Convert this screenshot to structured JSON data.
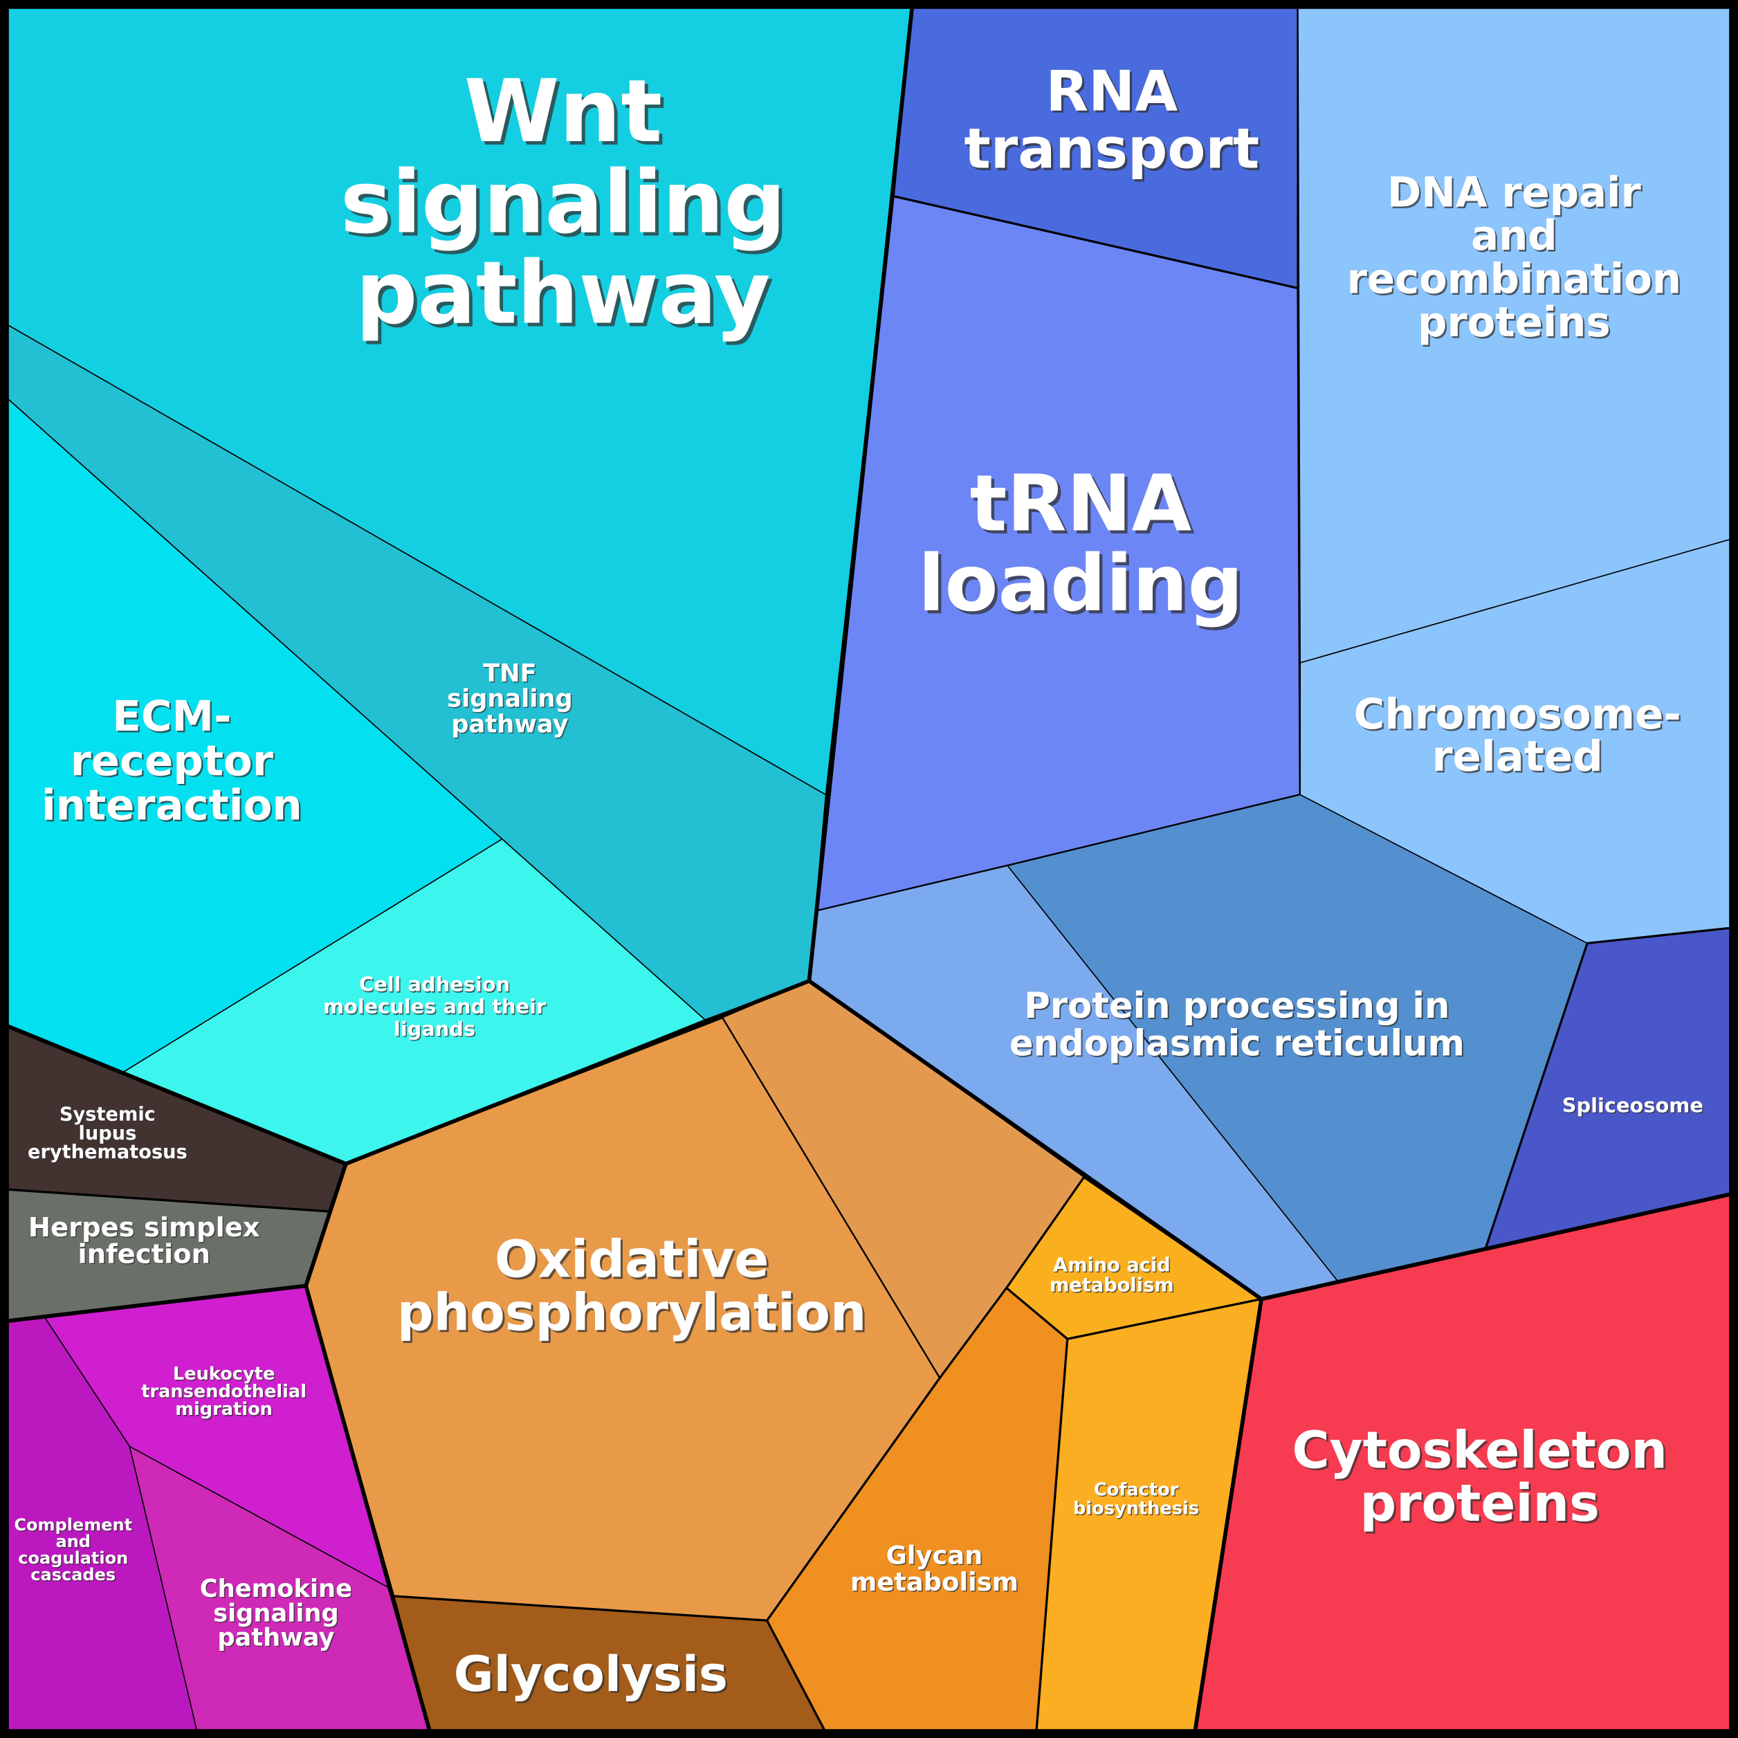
{
  "diagram": {
    "type": "voronoi-treemap",
    "groups": [
      {
        "name": "signaling-cyan",
        "cells": [
          {
            "id": "wnt",
            "label": [
              "Wnt",
              "signaling",
              "pathway"
            ],
            "color": "#14cfe2",
            "size": "xl"
          },
          {
            "id": "tnf",
            "label": [
              "TNF",
              "signaling",
              "pathway"
            ],
            "color": "#23bfd2",
            "size": "s"
          },
          {
            "id": "ecm",
            "label": [
              "ECM-",
              "receptor",
              "interaction"
            ],
            "color": "#03e0f0",
            "size": "l"
          },
          {
            "id": "cam",
            "label": [
              "Cell adhesion",
              "molecules and their",
              "ligands"
            ],
            "color": "#3cf5ed",
            "size": "s"
          }
        ]
      },
      {
        "name": "disease-gray",
        "cells": [
          {
            "id": "sle",
            "label": [
              "Systemic",
              "lupus",
              "erythematosus"
            ],
            "color": "#423230",
            "size": "s"
          },
          {
            "id": "hsv",
            "label": [
              "Herpes simplex",
              "infection"
            ],
            "color": "#6a7068",
            "size": "m"
          }
        ]
      },
      {
        "name": "immune-magenta",
        "cells": [
          {
            "id": "leuk",
            "label": [
              "Leukocyte",
              "transendothelial",
              "migration"
            ],
            "color": "#cf1fcf",
            "size": "s"
          },
          {
            "id": "compl",
            "label": [
              "Complement",
              "and",
              "coagulation",
              "cascades"
            ],
            "color": "#bc18bf",
            "size": "xs"
          },
          {
            "id": "chemo",
            "label": [
              "Chemokine",
              "signaling",
              "pathway"
            ],
            "color": "#cf29b8",
            "size": "m"
          }
        ]
      },
      {
        "name": "metabolism-orange",
        "cells": [
          {
            "id": "oxphos",
            "label": [
              "Oxidative",
              "phosphorylation"
            ],
            "color": "#e89a49",
            "size": "l"
          },
          {
            "id": "oxphos2",
            "label": [],
            "color": "#e39a4f",
            "size": "none"
          },
          {
            "id": "glycolysis",
            "label": [
              "Glycolysis"
            ],
            "color": "#a45c1a",
            "size": "l"
          },
          {
            "id": "amino",
            "label": [
              "Amino acid",
              "metabolism"
            ],
            "color": "#fab01e",
            "size": "s"
          },
          {
            "id": "glycan",
            "label": [
              "Glycan",
              "metabolism"
            ],
            "color": "#ef9021",
            "size": "m"
          },
          {
            "id": "cofactor",
            "label": [
              "Cofactor",
              "biosynthesis"
            ],
            "color": "#fcae22",
            "size": "s"
          }
        ]
      },
      {
        "name": "proteins-red",
        "cells": [
          {
            "id": "cyto",
            "label": [
              "Cytoskeleton",
              "proteins"
            ],
            "color": "#f73b50",
            "size": "l"
          }
        ]
      },
      {
        "name": "genetic-blue",
        "cells": [
          {
            "id": "rna",
            "label": [
              "RNA",
              "transport"
            ],
            "color": "#4a6bde",
            "size": "l"
          },
          {
            "id": "trna",
            "label": [
              "tRNA",
              "loading"
            ],
            "color": "#6d86f6",
            "size": "xl"
          },
          {
            "id": "dna",
            "label": [
              "DNA repair",
              "and",
              "recombination",
              "proteins"
            ],
            "color": "#8cc4fc",
            "size": "m"
          },
          {
            "id": "chrom",
            "label": [
              "Chromosome-",
              "related"
            ],
            "color": "#8cc4fc",
            "size": "m"
          },
          {
            "id": "er_light",
            "label": [],
            "color": "#7caaee",
            "size": "none"
          },
          {
            "id": "er_dark",
            "label": [
              "Protein processing in",
              "endoplasmic reticulum"
            ],
            "color": "#548fd0",
            "size": "m"
          },
          {
            "id": "splice",
            "label": [
              "Spliceosome"
            ],
            "color": "#4a57c8",
            "size": "xs"
          }
        ]
      }
    ]
  }
}
